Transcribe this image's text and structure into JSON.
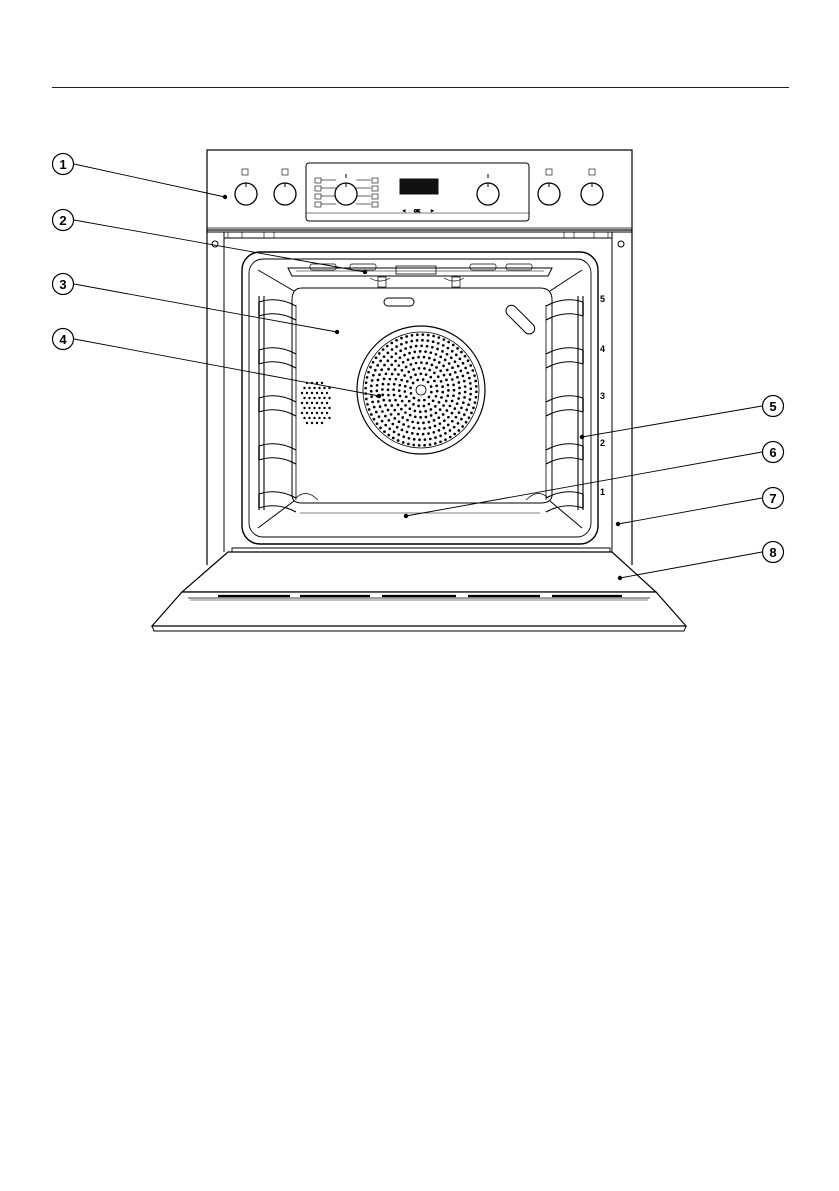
{
  "callouts": [
    {
      "label": "1",
      "part": "control-panel"
    },
    {
      "label": "2",
      "part": "top-heating-element"
    },
    {
      "label": "3",
      "part": "oven-back-panel"
    },
    {
      "label": "4",
      "part": "fan-cover"
    },
    {
      "label": "5",
      "part": "side-runners"
    },
    {
      "label": "6",
      "part": "oven-floor"
    },
    {
      "label": "7",
      "part": "door-seal"
    },
    {
      "label": "8",
      "part": "oven-door"
    }
  ],
  "shelf_levels": [
    "5",
    "4",
    "3",
    "2",
    "1"
  ],
  "display_text": "OK",
  "colors": {
    "line": "#000000",
    "display": "#111111",
    "background": "#ffffff"
  }
}
